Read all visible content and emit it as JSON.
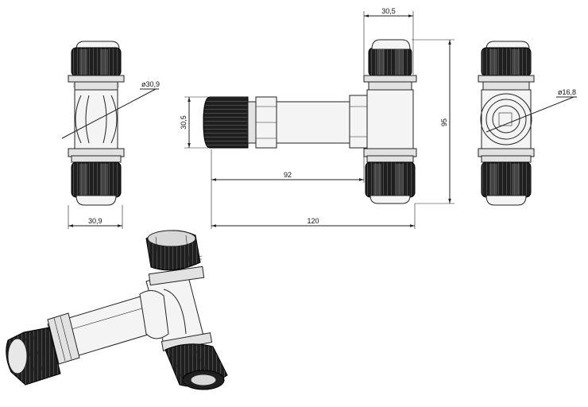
{
  "dimensions": {
    "left_diameter": "ø30,9",
    "left_width": "30,9",
    "front_height": "30,5",
    "front_length_inner": "92",
    "front_length_total": "120",
    "front_top_width": "30,5",
    "front_total_height": "95",
    "right_diameter": "ø16,8"
  },
  "colors": {
    "line": "#222222",
    "nut": "#1f1f1f",
    "body": "#f4f4f4"
  }
}
